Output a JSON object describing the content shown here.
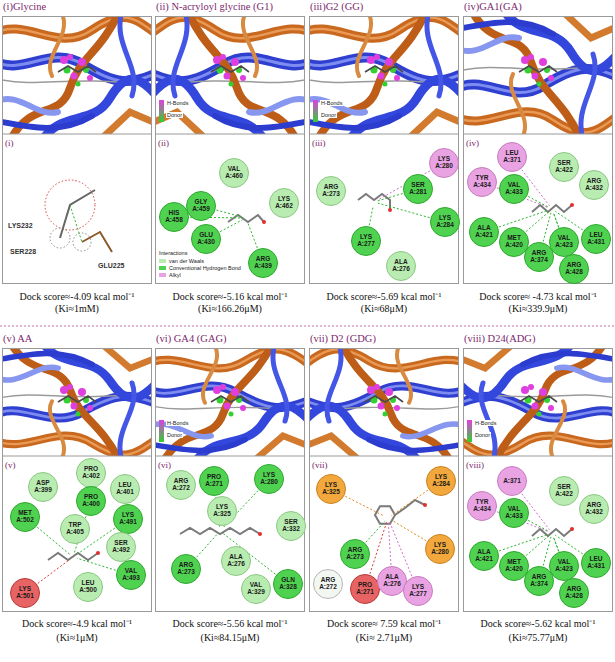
{
  "diagram": {
    "nodes": [
      {
        "text": [
          "(i)Glycine"
        ]
      },
      {
        "text": [
          "(ii) N-acryloyl glycine (G1)"
        ]
      },
      {
        "text": [
          "VAL A:460"
        ],
        "in": 1
      },
      {
        "text": [
          "HIS A:458"
        ],
        "in": 1
      },
      {
        "text": [
          "GLY A:459"
        ],
        "in": 1
      },
      {
        "text": [
          "LYS A:462"
        ],
        "in": 1
      },
      {
        "text": [
          "GLU A:430"
        ],
        "in": 1
      },
      {
        "text": [
          "ARG A:439"
        ],
        "in": 1
      },
      {
        "text": [
          "(iii)G2 (GG)"
        ]
      },
      {
        "text": [
          "LYS A:280"
        ],
        "in": 8
      },
      {
        "text": [
          "ARG A:273"
        ],
        "in": 8
      },
      {
        "text": [
          "SER A:281"
        ],
        "in": 8
      },
      {
        "text": [
          "LYS A:284"
        ],
        "in": 8
      },
      {
        "text": [
          "LYS A:277"
        ],
        "in": 8
      },
      {
        "text": [
          "ALA A:276"
        ],
        "in": 8
      },
      {
        "text": [
          "(iv)GA1(GA)"
        ]
      },
      {
        "text": [
          "LEU A:371"
        ],
        "in": 15
      },
      {
        "text": [
          "TYR A:434"
        ],
        "in": 15
      },
      {
        "text": [
          "VAL A:433"
        ],
        "in": 15
      },
      {
        "text": [
          "SER A:422"
        ],
        "in": 15
      },
      {
        "text": [
          "ARG A:432"
        ],
        "in": 15
      },
      {
        "text": [
          "ALA A:421"
        ],
        "in": 15
      },
      {
        "text": [
          "MET A:420"
        ],
        "in": 15
      },
      {
        "text": [
          "ARG A:374"
        ],
        "in": 15
      },
      {
        "text": [
          "VAL A:423"
        ],
        "in": 15
      },
      {
        "text": [
          "ARG A:428"
        ],
        "in": 15
      },
      {
        "text": [
          "LEU A:431"
        ],
        "in": 15
      },
      {
        "text": [
          "(v) AA"
        ]
      },
      {
        "text": [
          "PRO A:402"
        ],
        "in": 27
      },
      {
        "text": [
          "ASP A:399"
        ],
        "in": 27
      },
      {
        "text": [
          "LEU A:401"
        ],
        "in": 27
      },
      {
        "text": [
          "PRO A:400"
        ],
        "in": 27
      },
      {
        "text": [
          "MET A:502"
        ],
        "in": 27
      },
      {
        "text": [
          "TRP A:405"
        ],
        "in": 27
      },
      {
        "text": [
          "LYS A:491"
        ],
        "in": 27
      },
      {
        "text": [
          "SER A:492"
        ],
        "in": 27
      },
      {
        "text": [
          "VAL A:493"
        ],
        "in": 27
      },
      {
        "text": [
          "LEU A:500"
        ],
        "in": 27
      },
      {
        "text": [
          "LYS A:501"
        ],
        "in": 27
      },
      {
        "text": [
          "(vi) GA4 (GAG)"
        ]
      },
      {
        "text": [
          "ARG A:272"
        ],
        "in": 39
      },
      {
        "text": [
          "PRO A:271"
        ],
        "in": 39
      },
      {
        "text": [
          "LYS A:280"
        ],
        "in": 39
      },
      {
        "text": [
          "LYS A:325"
        ],
        "in": 39
      },
      {
        "text": [
          "SER A:332"
        ],
        "in": 39
      },
      {
        "text": [
          "ALA A:276"
        ],
        "in": 39
      },
      {
        "text": [
          "ARG A:273"
        ],
        "in": 39
      },
      {
        "text": [
          "VAL A:329"
        ],
        "in": 39
      },
      {
        "text": [
          "GLN A:328"
        ],
        "in": 39
      },
      {
        "text": [
          "(vii) D2 (GDG)"
        ]
      },
      {
        "text": [
          "LYS A:325"
        ],
        "in": 49
      },
      {
        "text": [
          "LYS A:284"
        ],
        "in": 49
      },
      {
        "text": [
          "ARG A:272"
        ],
        "in": 49
      },
      {
        "text": [
          "ARG A:273"
        ],
        "in": 49
      },
      {
        "text": [
          "PRO A:271"
        ],
        "in": 49
      },
      {
        "text": [
          "ALA A:276"
        ],
        "in": 49
      },
      {
        "text": [
          "LYS A:277"
        ],
        "in": 49
      },
      {
        "text": [
          "LYS A:280"
        ],
        "in": 49
      },
      {
        "text": [
          "(viii) D24(ADG)"
        ]
      },
      {
        "text": [
          "A:371"
        ],
        "in": 58
      },
      {
        "text": [
          "TYR A:434"
        ],
        "in": 58
      },
      {
        "text": [
          "VAL A:433"
        ],
        "in": 58
      },
      {
        "text": [
          "SER A:422"
        ],
        "in": 58
      },
      {
        "text": [
          "ARG A:432"
        ],
        "in": 58
      },
      {
        "text": [
          "ALA A:421"
        ],
        "in": 58
      },
      {
        "text": [
          "MET A:420"
        ],
        "in": 58
      },
      {
        "text": [
          "ARG A:374"
        ],
        "in": 58
      },
      {
        "text": [
          "VAL A:423"
        ],
        "in": 58
      },
      {
        "text": [
          "ARG A:428"
        ],
        "in": 58
      },
      {
        "text": [
          "LEU A:431"
        ],
        "in": 58
      }
    ],
    "labels": [
      "(i)",
      "LYS232",
      "SER228",
      "GLU225",
      "Dock score≈-4.09 kcal mol⁻¹",
      "(Ki≈1mM)",
      "(ii)",
      "H-Bonds",
      "Donor",
      "Dock score≈-5.16 kcal mol⁻¹",
      "(Ki≈166.26μM)",
      "(iii)",
      "H-Bonds",
      "Donor",
      "Dock score≈-5.69 kcal mol⁻¹",
      "(Ki≈68μM)",
      "(iv)",
      "Dock score≈ -4.73 kcal mol⁻¹",
      "(Ki≈339.9μM)",
      "(v)",
      "Dock score≈-4.9 kcal mol⁻¹",
      "(Ki≈1μM)",
      "(vi)",
      "H-Bonds",
      "Donor",
      "Dock score≈-5.56 kcal mol⁻¹",
      "(Ki≈84.15μM)",
      "(vii)",
      "Dock score≈ 7.59 kcal mol⁻¹",
      "(Ki≈ 2.71μM)",
      "(viii)",
      "H-Bonds",
      "Donor",
      "Dock score≈-5.62 kcal mol⁻¹",
      "(Ki≈75.77μM)",
      "Interactions"
    ],
    "legend": [
      {
        "text": "van der Waals",
        "color": "#b9ecb0"
      },
      {
        "text": "Conventional Hydrogen Bond",
        "color": "#4fd24f"
      },
      {
        "text": "Alkyl",
        "color": "#e9a2e2"
      }
    ]
  }
}
